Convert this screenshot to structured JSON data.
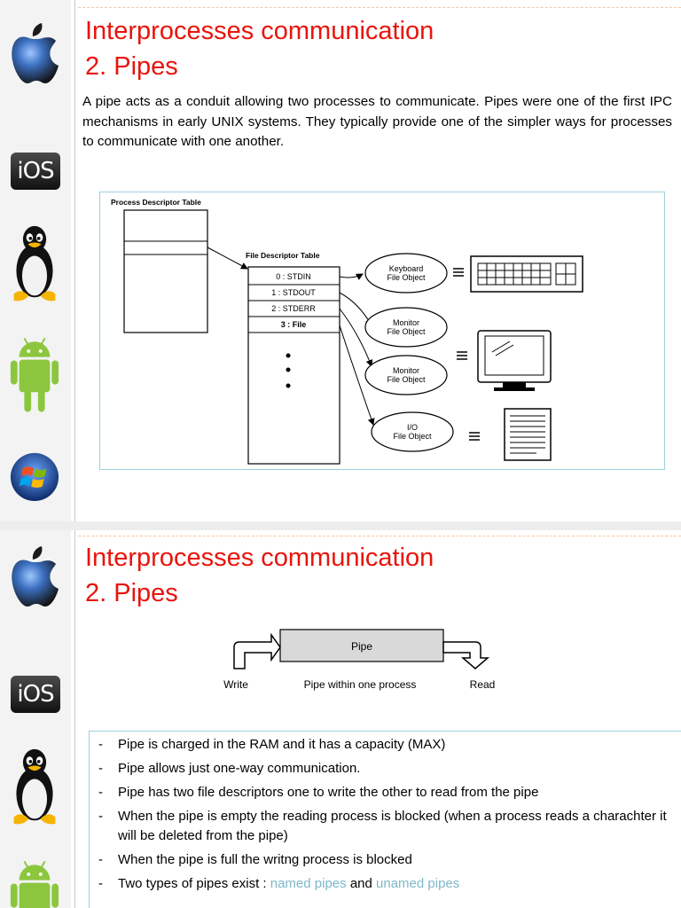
{
  "slides": [
    {
      "title": "Interprocesses communication",
      "subtitle": "2. Pipes",
      "paragraph": "A pipe acts as a conduit allowing two processes to communicate. Pipes were one of the first IPC mechanisms in early UNIX systems. They typically provide one of the simpler ways for processes to communicate with one another.",
      "figure": {
        "process_table_label": "Process Descriptor Table",
        "file_table_label": "File Descriptor Table",
        "fd_entries": [
          "0 : STDIN",
          "1 : STDOUT",
          "2 : STDERR",
          "3 : File"
        ],
        "objects": [
          {
            "line1": "Keyboard",
            "line2": "File Object"
          },
          {
            "line1": "Monitor",
            "line2": "File Object"
          },
          {
            "line1": "Monitor",
            "line2": "File Object"
          },
          {
            "line1": "I/O",
            "line2": "File Object"
          }
        ]
      }
    },
    {
      "title": "Interprocesses communication",
      "subtitle": "2. Pipes",
      "pipe_diagram": {
        "pipe_label": "Pipe",
        "write_label": "Write",
        "caption": "Pipe within one process",
        "read_label": "Read"
      },
      "bullets": [
        {
          "text": "Pipe is charged in the RAM  and it has a capacity (MAX)"
        },
        {
          "text": "Pipe allows just one-way communication."
        },
        {
          "text": "Pipe has two file descriptors one to write the other to read from the pipe"
        },
        {
          "text": "When the pipe is empty the reading process is blocked (when a process reads a charachter it will be deleted from the pipe)"
        },
        {
          "text": "When the pipe is full the writng process is blocked"
        },
        {
          "prefix": "Two types of pipes exist : ",
          "link1": "named pipes",
          "middle": " and ",
          "link2": "unamed pipes"
        }
      ]
    }
  ],
  "sidebar_logos": {
    "ios_label": "iOS",
    "icons": [
      "apple-logo-icon",
      "ios-logo-icon",
      "linux-tux-icon",
      "android-logo-icon",
      "windows-logo-icon"
    ]
  },
  "colors": {
    "title_red": "#e8140c",
    "link_blue": "#7fb7c8",
    "box_border": "#9cd0dc"
  }
}
